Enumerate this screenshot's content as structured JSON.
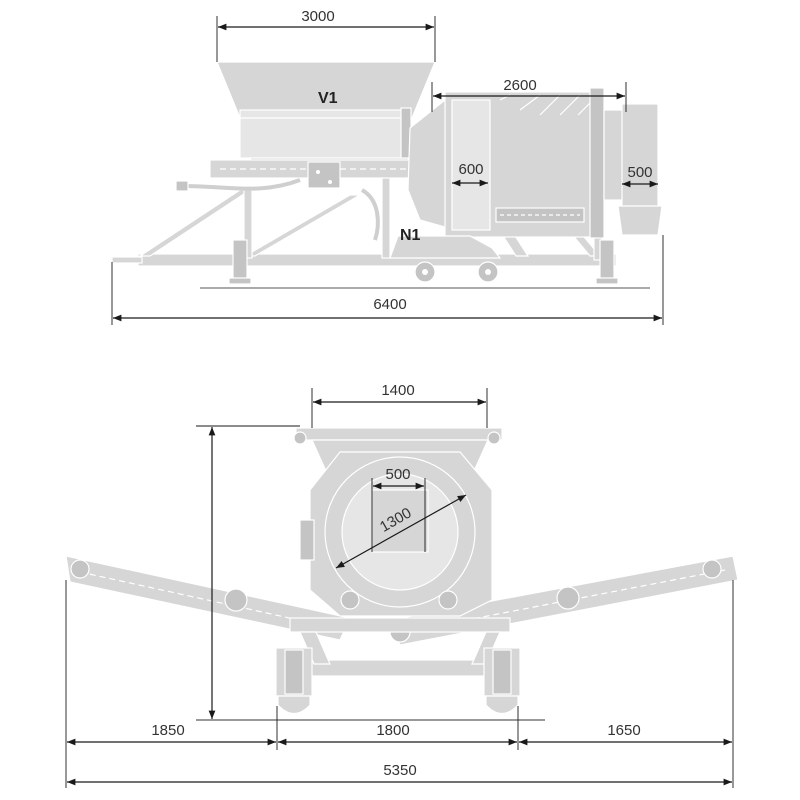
{
  "side_view": {
    "label_hopper": "V1",
    "label_pump": "N1",
    "dims": {
      "hopper_length": "3000",
      "drum_length": "2600",
      "inlet_width": "600",
      "outlet_width": "500",
      "overall_length": "6400"
    }
  },
  "front_view": {
    "dims": {
      "hopper_width": "1400",
      "inner_opening": "500",
      "drum_diameter": "1300",
      "left_conveyor": "1850",
      "frame_width": "1800",
      "right_conveyor": "1650",
      "overall_width": "5350"
    }
  },
  "colors": {
    "machine": "#d6d6d6",
    "dimension_line": "#1a1a1a",
    "text": "#333333"
  }
}
